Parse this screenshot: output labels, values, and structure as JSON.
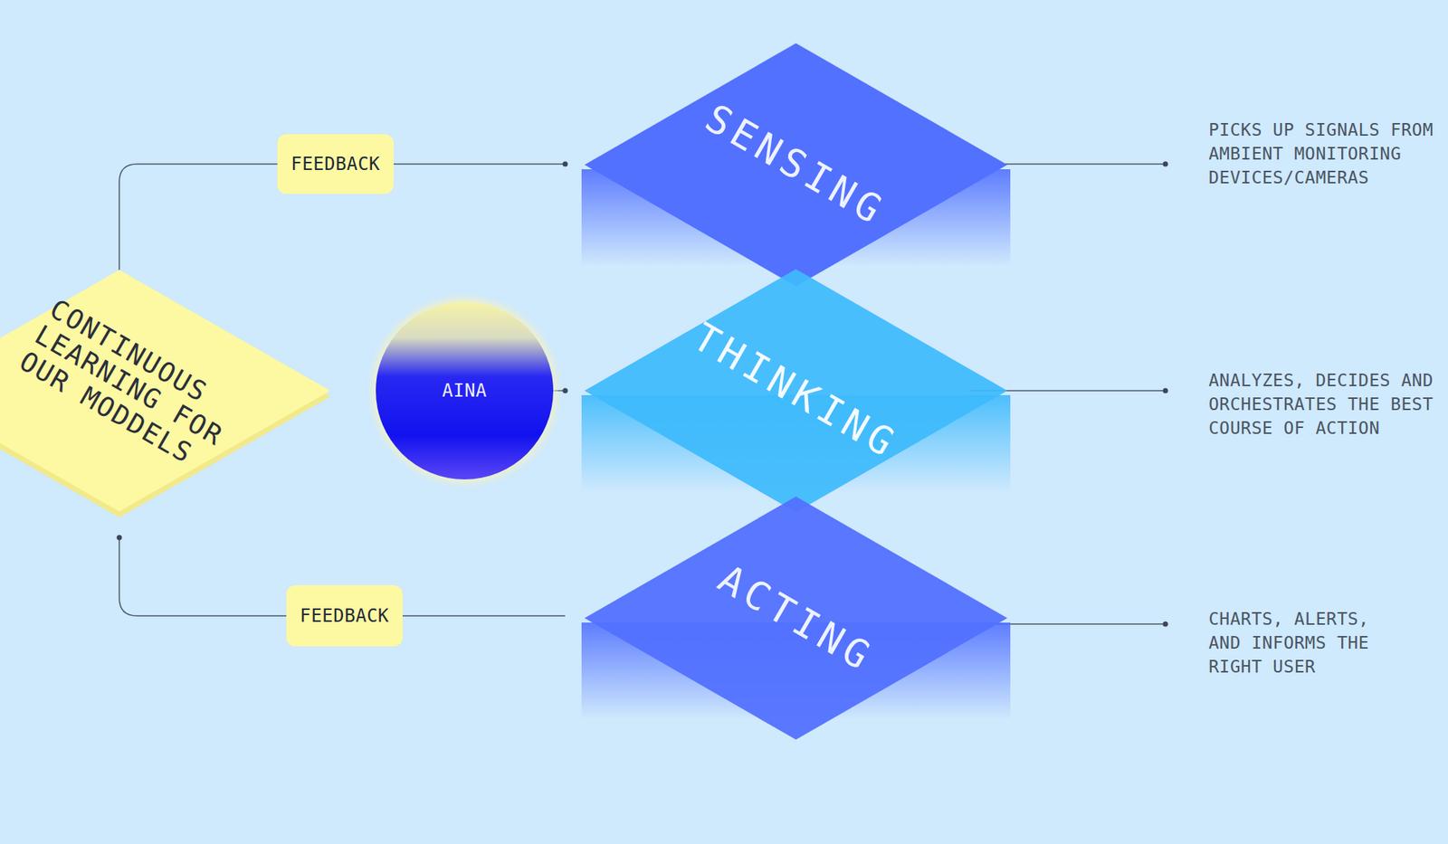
{
  "diagram": {
    "nodes": [
      {
        "text": [
          "FEEDBACK"
        ]
      },
      {
        "text": [
          "SENSING"
        ]
      },
      {
        "text": [
          "CONTINUOUS LEARNING FOR OUR MODDELS"
        ]
      },
      {
        "text": [
          "AINA"
        ]
      },
      {
        "text": [
          "THINKING"
        ]
      },
      {
        "text": [
          "FEEDBACK"
        ]
      },
      {
        "text": [
          "ACTING"
        ]
      }
    ],
    "edges": [
      {
        "from": 2,
        "to": 0,
        "arrow": "none"
      },
      {
        "from": 0,
        "to": 1,
        "arrow": "none"
      },
      {
        "from": 3,
        "to": 4,
        "arrow": "none"
      },
      {
        "from": 6,
        "to": 5,
        "arrow": "none"
      },
      {
        "from": 5,
        "to": 2,
        "arrow": "none"
      }
    ],
    "labels": [
      "PICKS UP SIGNALS FROM AMBIENT MONITORING DEVICES/CAMERAS",
      "ANALYZES, DECIDES AND ORCHESTRATES THE BEST COURSE OF ACTION",
      "CHARTS, ALERTS, AND INFORMS THE RIGHT USER"
    ]
  }
}
